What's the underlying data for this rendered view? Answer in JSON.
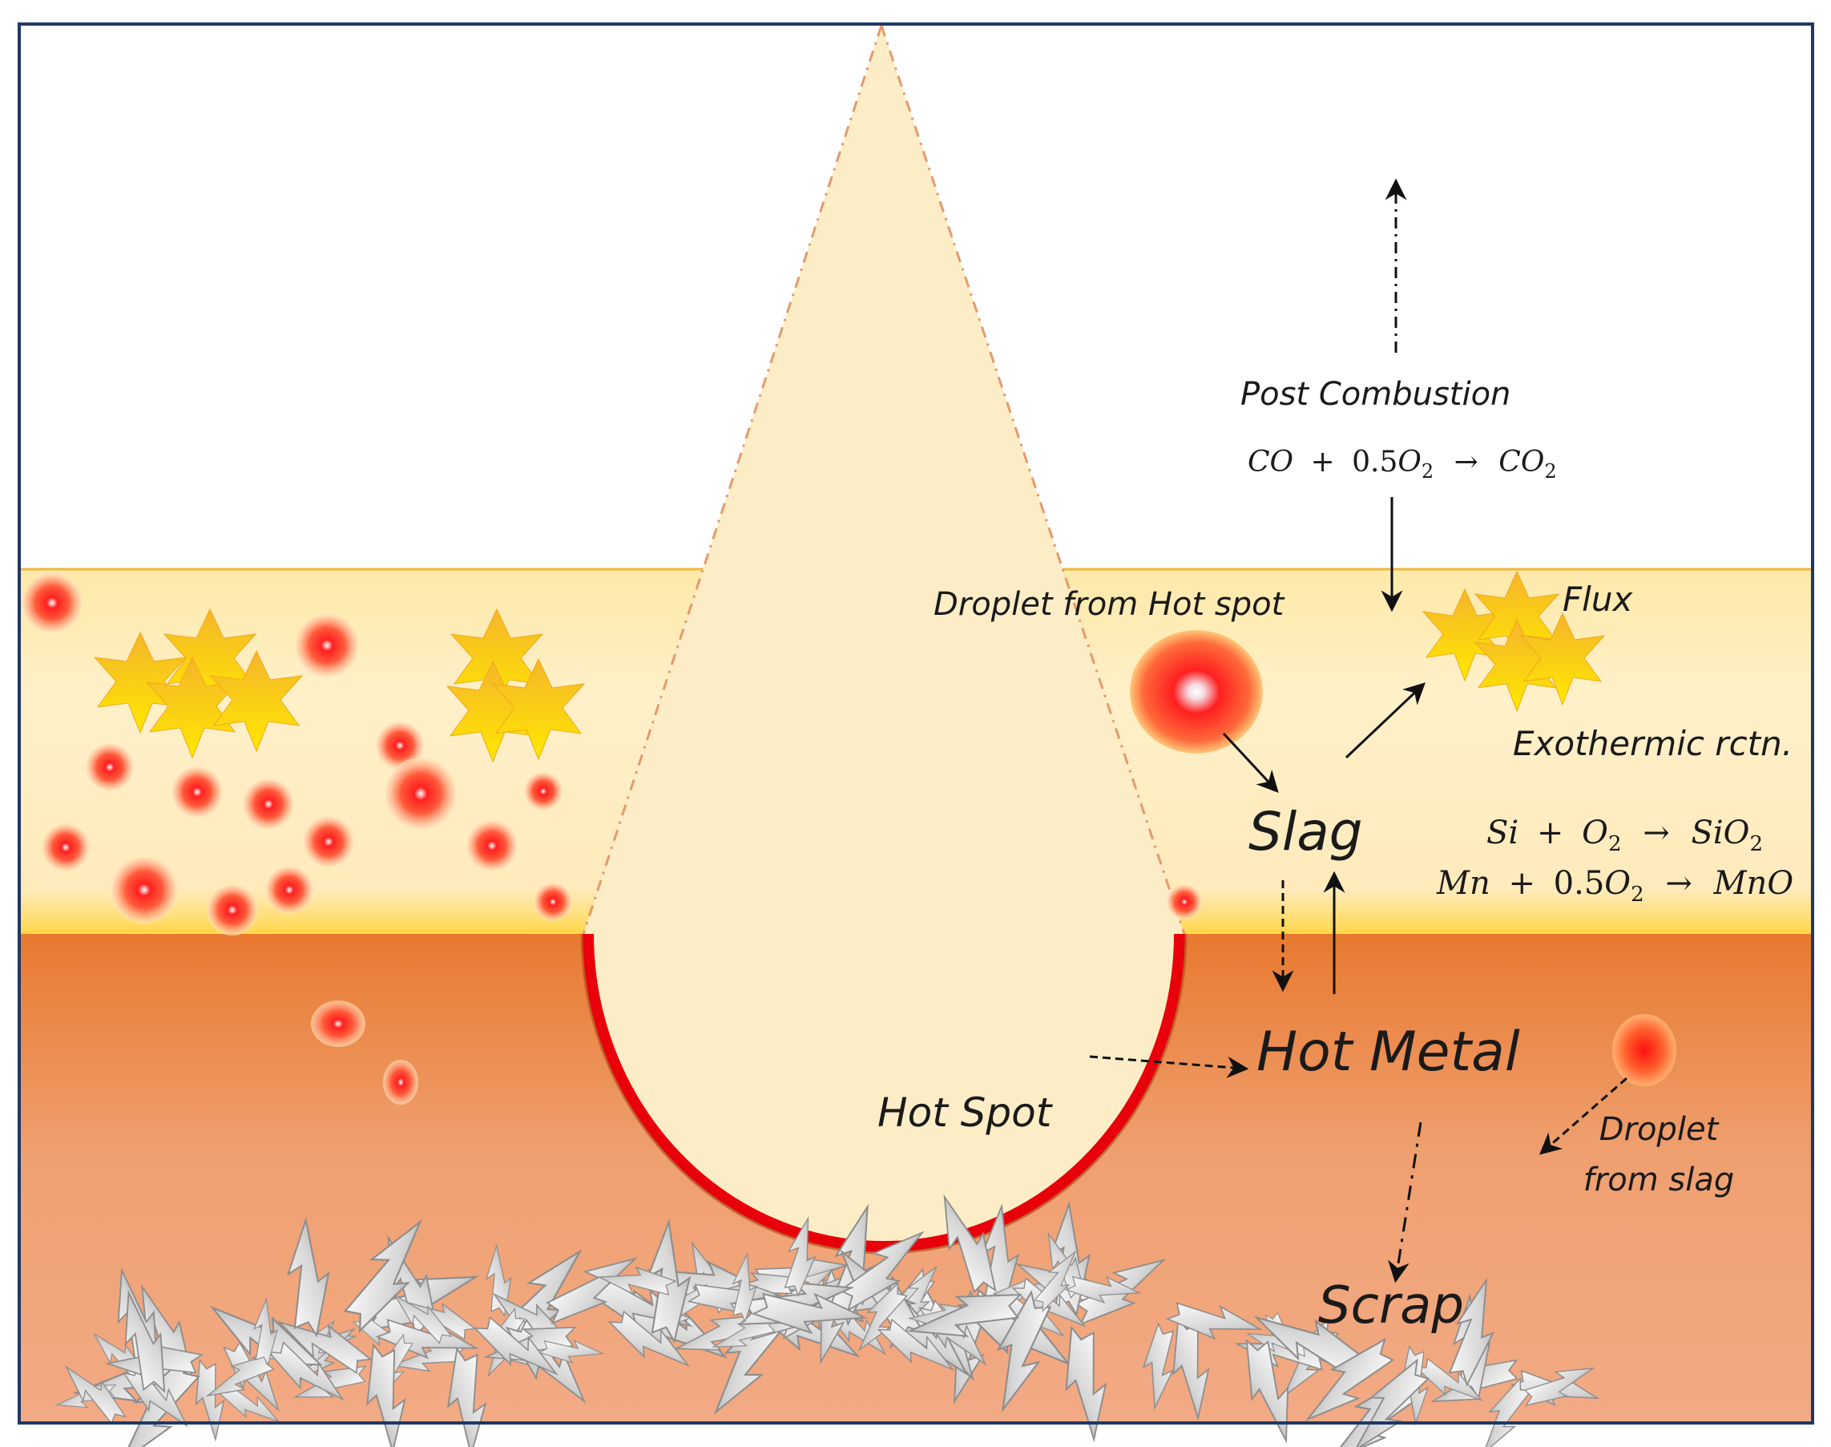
{
  "labels": {
    "post_combustion": "Post Combustion",
    "droplet_from_hot_spot": "Droplet from Hot spot",
    "flux": "Flux",
    "exothermic": "Exothermic rctn.",
    "slag": "Slag",
    "hot_metal": "Hot Metal",
    "hot_spot": "Hot Spot",
    "droplet_from_slag_line1": "Droplet",
    "droplet_from_slag_line2": "from slag",
    "scrap": "Scrap"
  },
  "equations": {
    "post_combustion": {
      "lhs1": "CO",
      "plus": "+",
      "coef": "0.5",
      "o2": "O",
      "o2_sub": "2",
      "arrow": "→",
      "product": "CO",
      "product_sub": "2"
    },
    "silicon": {
      "lhs1": "Si",
      "plus": "+",
      "o2": "O",
      "o2_sub": "2",
      "arrow": "→",
      "product": "SiO",
      "product_sub": "2"
    },
    "manganese": {
      "lhs1": "Mn",
      "plus": "+",
      "coef": "0.5",
      "o2": "O",
      "o2_sub": "2",
      "arrow": "→",
      "product": "MnO"
    }
  },
  "colors": {
    "frame": "#1f3864",
    "slag_layer_top": "#fde9a8",
    "slag_layer_bottom": "#fff3d2",
    "metal_top": "#e97c3a",
    "metal_bottom": "#f3ad8a",
    "jet_fill": "#fdedc6",
    "hot_spot_rim": "#e8000b",
    "droplet_core": "#ff2a2a",
    "flux_star": "#f8c42a",
    "scrap": "#d9d9d9"
  }
}
